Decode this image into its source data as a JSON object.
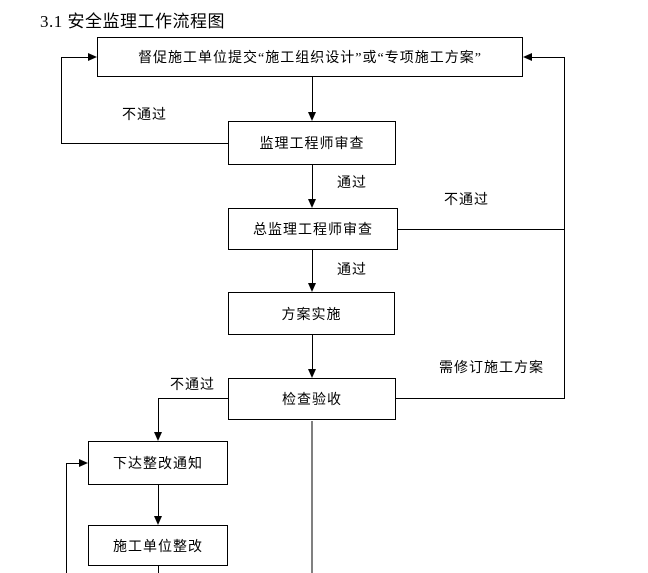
{
  "page": {
    "title": "3.1 安全监理工作流程图"
  },
  "flowchart": {
    "nodes": [
      {
        "id": "submit-plan",
        "label": "督促施工单位提交“施工组织设计”或“专项施工方案”"
      },
      {
        "id": "engineer-review",
        "label": "监理工程师审查"
      },
      {
        "id": "chief-review",
        "label": "总监理工程师审查"
      },
      {
        "id": "implement",
        "label": "方案实施"
      },
      {
        "id": "inspect-accept",
        "label": "检查验收"
      },
      {
        "id": "rectify-notice",
        "label": "下达整改通知"
      },
      {
        "id": "unit-rectify",
        "label": "施工单位整改"
      }
    ],
    "edge_labels": {
      "fail_engineer": "不通过",
      "pass_engineer": "通过",
      "fail_chief": "不通过",
      "pass_chief": "通过",
      "revise_plan": "需修订施工方案",
      "fail_inspect": "不通过"
    },
    "colors": {
      "line": "#000000",
      "muted_line": "#808080",
      "background": "#ffffff",
      "text": "#000000"
    }
  }
}
